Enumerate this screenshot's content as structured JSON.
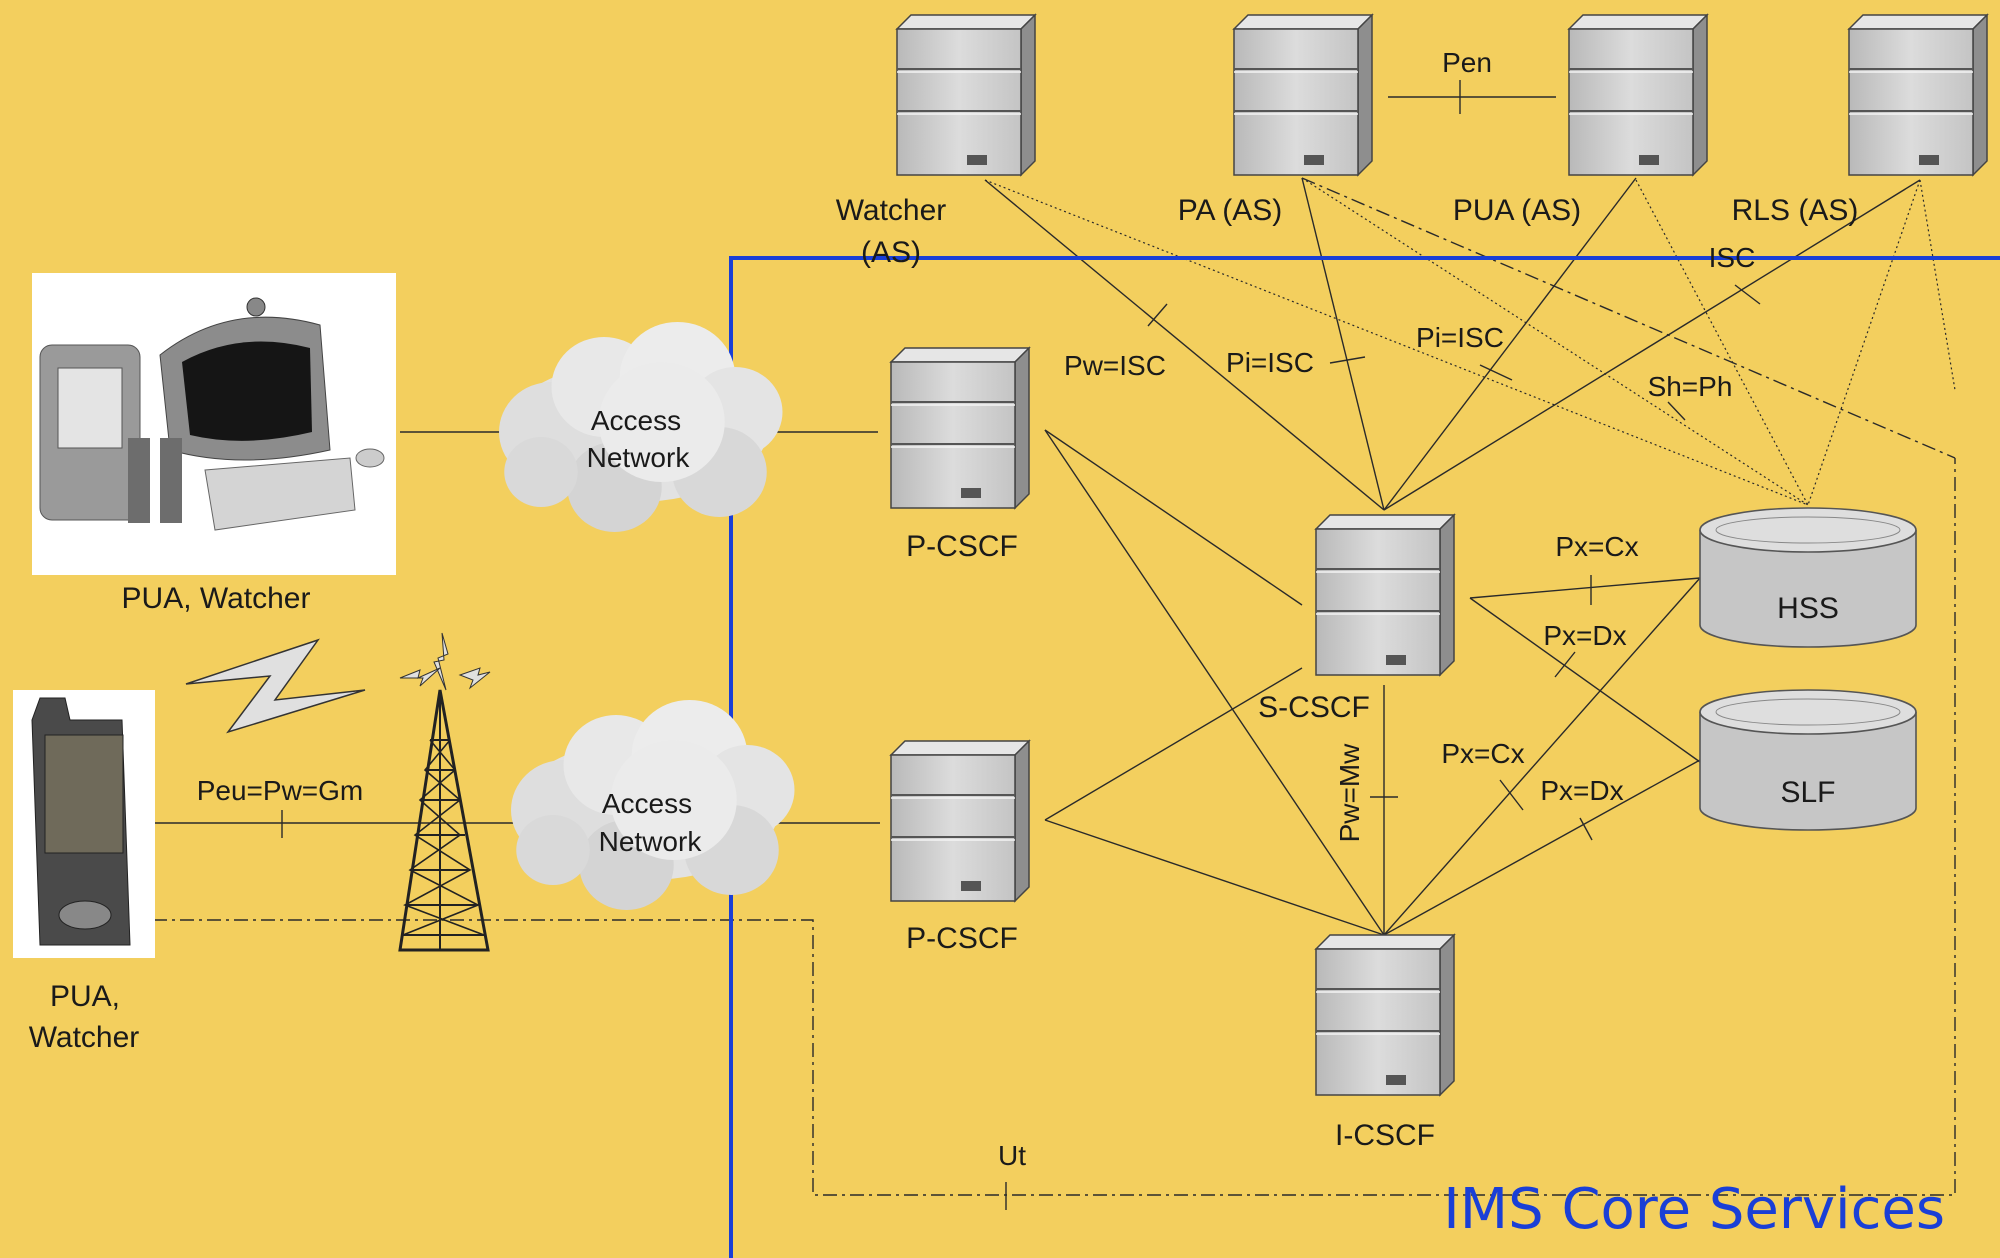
{
  "labels": {
    "watcher_as": [
      "Watcher",
      "(AS)"
    ],
    "pa_as": "PA (AS)",
    "pua_as": "PUA (AS)",
    "rls_as": "RLS (AS)",
    "pen": "Pen",
    "isc": "ISC",
    "pw_isc": "Pw=ISC",
    "pi_isc_left": "Pi=ISC",
    "pi_isc_right": "Pi=ISC",
    "sh_ph": "Sh=Ph",
    "access_network_1": [
      "Access",
      "Network"
    ],
    "access_network_2": [
      "Access",
      "Network"
    ],
    "pcscf_top": "P-CSCF",
    "pcscf_bottom": "P-CSCF",
    "scscf": "S-CSCF",
    "icscf": "I-CSCF",
    "hss": "HSS",
    "slf": "SLF",
    "px_cx_top": "Px=Cx",
    "px_dx_top": "Px=Dx",
    "px_cx_bottom": "Px=Cx",
    "px_dx_bottom": "Px=Dx",
    "pw_mw": "Pw=Mw",
    "pua_watcher_pc": "PUA, Watcher",
    "pua_watcher_phone": [
      "PUA,",
      "Watcher"
    ],
    "peu_pw_gm": "Peu=Pw=Gm",
    "ut": "Ut",
    "ims_core": "IMS Core Services"
  },
  "colors": {
    "background": "#f3cf5e",
    "ims_border": "#1a3fd6",
    "server_front": "#c9c9c9",
    "server_side": "#8e8e8e"
  },
  "icons": {
    "server": "server-icon",
    "database": "database-icon",
    "cloud": "cloud-icon",
    "pc": "desktop-computer-icon",
    "phone": "mobile-phone-icon",
    "tower": "radio-tower-icon",
    "lightning": "lightning-bolt-icon"
  }
}
